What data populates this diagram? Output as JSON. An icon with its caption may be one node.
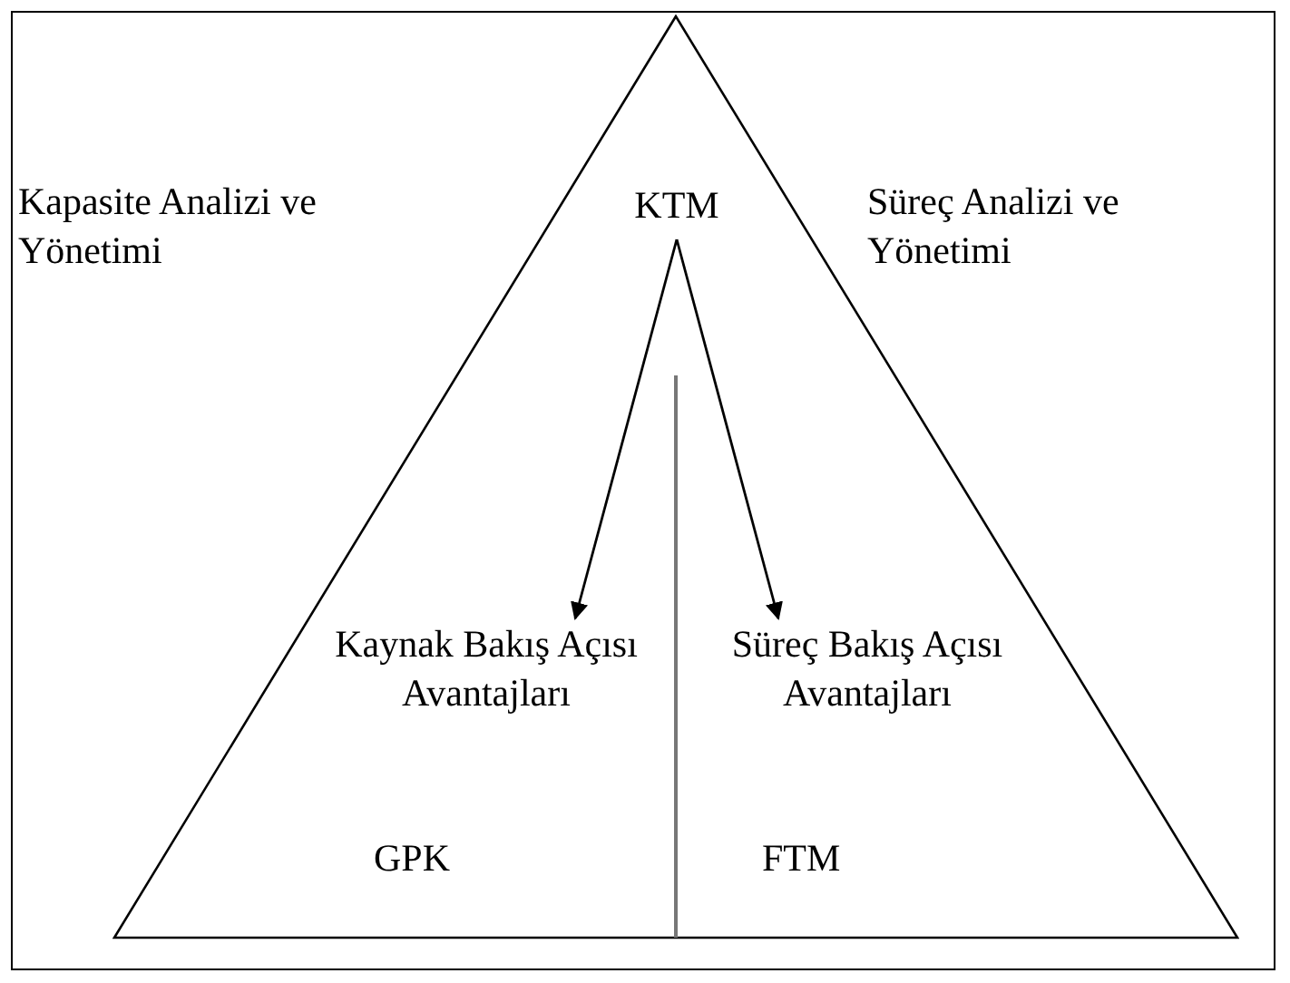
{
  "diagram": {
    "nodes": [
      {
        "text": [],
        "shape": "triangle"
      },
      {
        "text": [
          "KTM"
        ],
        "in": 0
      },
      {
        "text": [
          "Kaynak Bakış Açısı Avantajları",
          "GPK"
        ],
        "in": 0
      },
      {
        "text": [
          "Süreç Bakış Açısı Avantajları",
          "FTM"
        ],
        "in": 0
      }
    ],
    "edges": [
      {
        "from": 1,
        "to": 2,
        "arrow": "to"
      },
      {
        "from": 1,
        "to": 3,
        "arrow": "to"
      }
    ],
    "labels": [
      "Kapasite Analizi ve Yönetimi",
      "Süreç Analizi ve Yönetimi"
    ]
  }
}
